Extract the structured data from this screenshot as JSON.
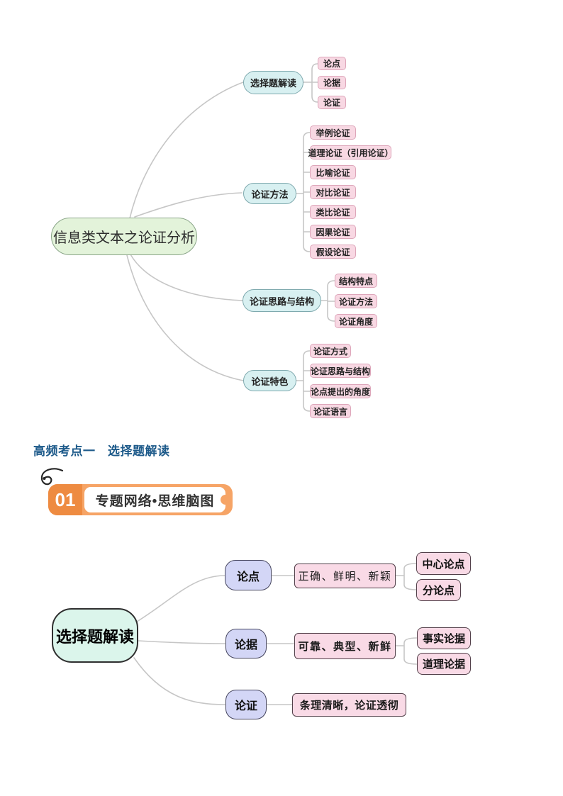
{
  "mindmap_top": {
    "root": "信息类文本之论证分析",
    "branches": [
      {
        "label": "选择题解读",
        "children": [
          "论点",
          "论据",
          "论证"
        ]
      },
      {
        "label": "论证方法",
        "children": [
          "举例论证",
          "道理论证（引用论证）",
          "比喻论证",
          "对比论证",
          "类比论证",
          "因果论证",
          "假设论证"
        ]
      },
      {
        "label": "论证思路与结构",
        "children": [
          "结构特点",
          "论证方法",
          "论证角度"
        ]
      },
      {
        "label": "论证特色",
        "children": [
          "论证方式",
          "论证思路与结构",
          "论点提出的角度",
          "论证语言"
        ]
      }
    ]
  },
  "section_heading": {
    "text": "高频考点一　选择题解读"
  },
  "badge": {
    "number": "01",
    "title": "专题网络•思维脑图"
  },
  "mindmap_bottom": {
    "root": "选择题解读",
    "branches": [
      {
        "label": "论点",
        "note": "正确、鲜明、新颖",
        "children": [
          "中心论点",
          "分论点"
        ]
      },
      {
        "label": "论据",
        "note": "可靠、典型、新鲜",
        "children": [
          "事实论据",
          "道理论据"
        ]
      },
      {
        "label": "论证",
        "note": "条理清晰，论证透彻",
        "children": []
      }
    ]
  },
  "colors": {
    "top_root_fill": "#e3f3da",
    "top_root_border": "#8ba689",
    "top_branch_fill": "#d8f0f1",
    "top_branch_border": "#7ea9ae",
    "top_child_fill": "#f8d8e3",
    "top_child_border": "#dda6ba",
    "bottom_root_fill": "#dbf5eb",
    "bottom_pill_fill": "#d3d6f6",
    "bottom_box_fill": "#f9dae6",
    "connector": "#c6c6c6",
    "heading_blue": "#1d5a8a",
    "badge_orange": "#ee8b41",
    "badge_light_orange": "#f6a466"
  }
}
